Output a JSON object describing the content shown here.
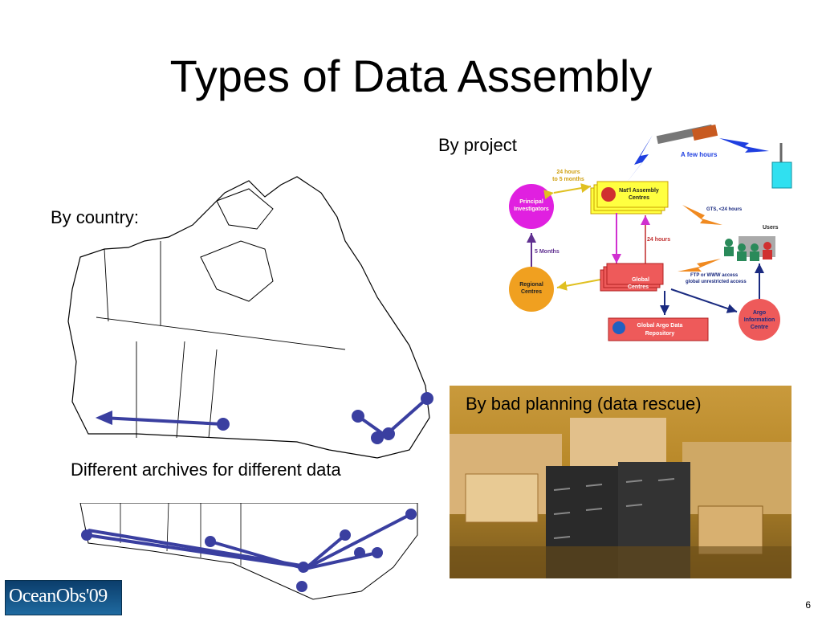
{
  "slide": {
    "title": "Types of Data Assembly",
    "page_number": "6"
  },
  "labels": {
    "by_project": "By project",
    "by_country": "By country:",
    "bad_planning": "By bad planning (data rescue)",
    "archives": "Different archives for different data"
  },
  "logo": {
    "text": "OceanObs'09"
  },
  "diagram": {
    "a_few_hours": "A few hours",
    "hours_24_to_5_months_1": "24 hours",
    "hours_24_to_5_months_2": "to 5 months",
    "principal_investigators_1": "Principal",
    "principal_investigators_2": "Investigators",
    "natl_assembly_1": "Nat'l Assembly",
    "natl_assembly_2": "Centres",
    "gts": "GTS, <24 hours",
    "users": "Users",
    "five_months": "5 Months",
    "hours_24": "24 hours",
    "ftp_1": "FTP or WWW access",
    "ftp_2": "global unrestricted access",
    "regional_1": "Regional",
    "regional_2": "Centres",
    "global_1": "Global",
    "global_2": "Centres",
    "argo_1": "Argo",
    "argo_2": "Information",
    "argo_3": "Centre",
    "repo_1": "Global Argo Data",
    "repo_2": "Repository"
  },
  "colors": {
    "arrow_blue": "#3a3fa0",
    "lightning_blue": "#1f3fe0",
    "lightning_orange": "#f08a20",
    "pi_magenta": "#e020e0",
    "regional_orange": "#f0a020",
    "global_red": "#ee5a5a",
    "natl_yellow": "#ffff40"
  }
}
